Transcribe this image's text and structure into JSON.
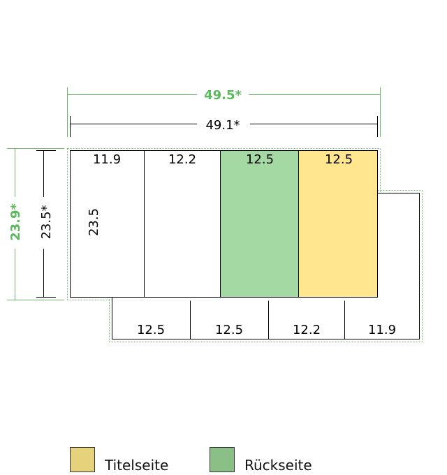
{
  "dimensions": {
    "total_width_outer": "49.5*",
    "total_width_inner": "49.1*",
    "height_outer": "23.9*",
    "height_inner": "23.5*",
    "panel_height": "23.5"
  },
  "top_panels": [
    {
      "label": "11.9",
      "fill": "none"
    },
    {
      "label": "12.2",
      "fill": "none"
    },
    {
      "label": "12.5",
      "fill": "green"
    },
    {
      "label": "12.5",
      "fill": "yellow"
    }
  ],
  "bottom_panels": [
    {
      "label": "12.5"
    },
    {
      "label": "12.5"
    },
    {
      "label": "12.2"
    },
    {
      "label": "11.9"
    }
  ],
  "legend": [
    {
      "label": "Titelseite",
      "color": "#e6d27a"
    },
    {
      "label": "Rückseite",
      "color": "#8abf85"
    }
  ],
  "colors": {
    "green_dimension": "#5cb85c",
    "back_fill": "#a4d9a4",
    "title_fill": "#ffe68f"
  }
}
